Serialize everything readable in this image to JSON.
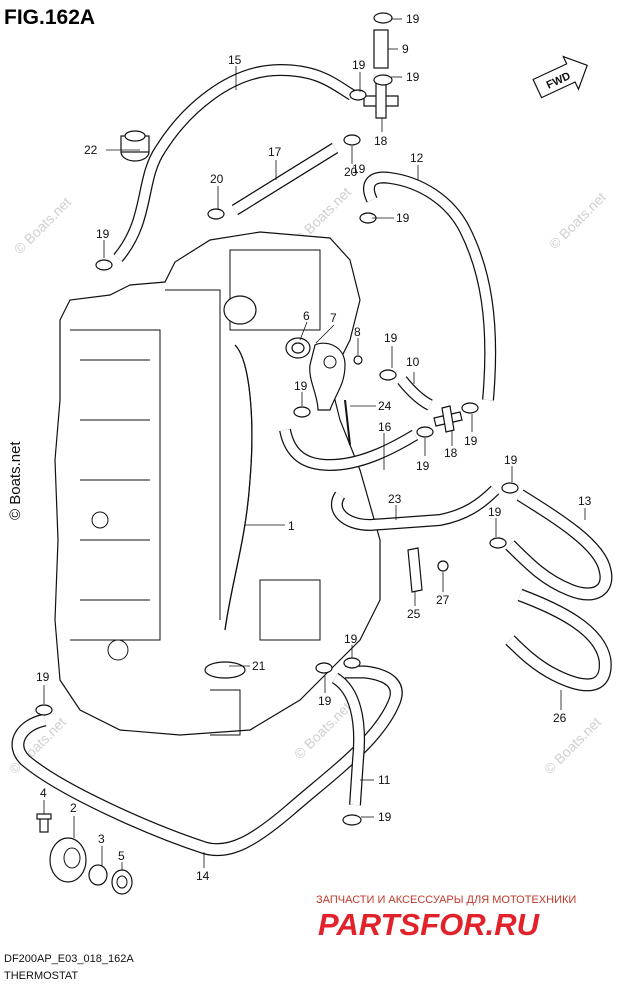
{
  "figure": {
    "title": "FIG.162A",
    "model_code": "DF200AP_E03_018_162A",
    "section_name": "THERMOSTAT",
    "fwd_label": "FWD"
  },
  "watermarks": [
    "© Boats.net",
    "© Boats.net",
    "© Boats.net",
    "© Boats.net",
    "© Boats.net",
    "© Boats.net",
    "© Boats.net"
  ],
  "advert": {
    "subtitle": "ЗАПЧАСТИ И АКСЕССУАРЫ ДЛЯ МОТОТЕХНИКИ",
    "brand": "PARTSFOR.RU"
  },
  "callouts": [
    {
      "num": "1"
    },
    {
      "num": "2"
    },
    {
      "num": "3"
    },
    {
      "num": "4"
    },
    {
      "num": "5"
    },
    {
      "num": "6"
    },
    {
      "num": "7"
    },
    {
      "num": "8"
    },
    {
      "num": "9"
    },
    {
      "num": "10"
    },
    {
      "num": "11"
    },
    {
      "num": "12"
    },
    {
      "num": "13"
    },
    {
      "num": "14"
    },
    {
      "num": "15"
    },
    {
      "num": "16"
    },
    {
      "num": "17"
    },
    {
      "num": "18"
    },
    {
      "num": "18"
    },
    {
      "num": "19"
    },
    {
      "num": "19"
    },
    {
      "num": "19"
    },
    {
      "num": "19"
    },
    {
      "num": "19"
    },
    {
      "num": "19"
    },
    {
      "num": "19"
    },
    {
      "num": "19"
    },
    {
      "num": "19"
    },
    {
      "num": "19"
    },
    {
      "num": "19"
    },
    {
      "num": "19"
    },
    {
      "num": "19"
    },
    {
      "num": "19"
    },
    {
      "num": "19"
    },
    {
      "num": "19"
    },
    {
      "num": "20"
    },
    {
      "num": "20"
    },
    {
      "num": "21"
    },
    {
      "num": "22"
    },
    {
      "num": "23"
    },
    {
      "num": "24"
    },
    {
      "num": "25"
    },
    {
      "num": "26"
    },
    {
      "num": "27"
    }
  ]
}
